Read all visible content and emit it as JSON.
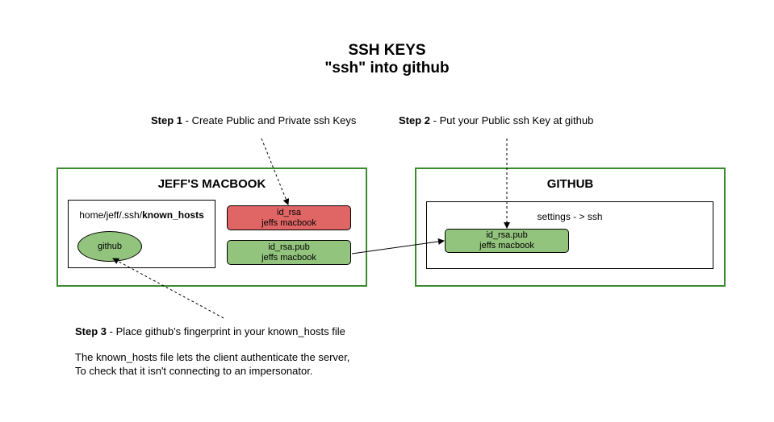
{
  "title": {
    "line1": "SSH KEYS",
    "line2": "\"ssh\" into github"
  },
  "steps": {
    "step1": {
      "label": "Step 1",
      "text": " - Create Public and Private ssh Keys"
    },
    "step2": {
      "label": "Step 2",
      "text": " - Put your Public ssh Key at github"
    },
    "step3": {
      "label": "Step 3",
      "text": " - Place github's fingerprint in your known_hosts file"
    }
  },
  "note": {
    "line1": "The known_hosts file lets the client authenticate the server,",
    "line2": "To check that it isn't connecting to an impersonator."
  },
  "macbook": {
    "title": "JEFF'S MACBOOK",
    "path_prefix": "home/jeff/.ssh/",
    "path_file": "known_hosts",
    "fingerprint": "github",
    "private_key": {
      "name": "id_rsa",
      "owner": "jeffs macbook"
    },
    "public_key": {
      "name": "id_rsa.pub",
      "owner": "jeffs macbook"
    }
  },
  "github": {
    "title": "GITHUB",
    "settings_label": "settings - > ssh",
    "public_key": {
      "name": "id_rsa.pub",
      "owner": "jeffs macbook"
    }
  },
  "colors": {
    "machine_border": "#3a8a2e",
    "private_key": "#e06666",
    "public_key": "#93c47d",
    "fingerprint": "#93c47d"
  }
}
